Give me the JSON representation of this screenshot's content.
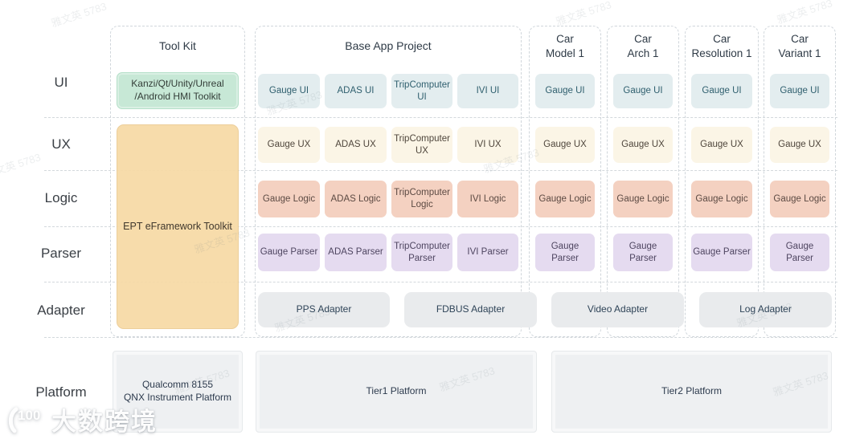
{
  "watermark": {
    "text": "雅文英 5783",
    "brand": "大数跨境",
    "brand_badge": "100"
  },
  "row_labels": [
    "UI",
    "UX",
    "Logic",
    "Parser",
    "Adapter",
    "Platform"
  ],
  "toolkit": {
    "title": "Tool Kit",
    "hmi_box": "Kanzi/Qt/Unity/Unreal\n/Android HMI Toolkit",
    "ept_box": "EPT eFramework Toolkit"
  },
  "base_app": {
    "title": "Base App Project",
    "ui": [
      "Gauge UI",
      "ADAS UI",
      "TripComputer\nUI",
      "IVI UI"
    ],
    "ux": [
      "Gauge UX",
      "ADAS UX",
      "TripComputer\nUX",
      "IVI UX"
    ],
    "logic": [
      "Gauge Logic",
      "ADAS Logic",
      "TripComputer\nLogic",
      "IVI Logic"
    ],
    "parser": [
      "Gauge Parser",
      "ADAS Parser",
      "TripComputer\nParser",
      "IVI Parser"
    ]
  },
  "car_columns": [
    {
      "title": "Car\nModel 1",
      "ui": "Gauge UI",
      "ux": "Gauge UX",
      "logic": "Gauge Logic",
      "parser": "Gauge Parser"
    },
    {
      "title": "Car\nArch 1",
      "ui": "Gauge UI",
      "ux": "Gauge UX",
      "logic": "Gauge Logic",
      "parser": "Gauge Parser"
    },
    {
      "title": "Car\nResolution 1",
      "ui": "Gauge UI",
      "ux": "Gauge UX",
      "logic": "Gauge Logic",
      "parser": "Gauge Parser"
    },
    {
      "title": "Car\nVariant 1",
      "ui": "Gauge UI",
      "ux": "Gauge UX",
      "logic": "Gauge Logic",
      "parser": "Gauge Parser"
    }
  ],
  "adapters": [
    "PPS Adapter",
    "FDBUS Adapter",
    "Video Adapter",
    "Log Adapter"
  ],
  "platforms": [
    "Qualcomm 8155\nQNX Instrument Platform",
    "Tier1 Platform",
    "Tier2 Platform"
  ],
  "colors": {
    "ui_fill": "#e3edef",
    "ui_text": "#2f5f6e",
    "ux_fill": "#fbf5e6",
    "ux_text": "#4f463c",
    "logic_fill": "#f4d1c1",
    "logic_text": "#5c4a43",
    "parser_fill": "#e5dbf0",
    "parser_text": "#4e4560",
    "hmi_fill": "#c7e8d6",
    "ept_fill": "#f6d9a4",
    "adapter_fill": "#e9ebed",
    "adapter_text": "#2f4458",
    "platform_fill": "#eef0f2",
    "platform_text": "#2c3a4d",
    "dash_line": "#d3d8dc"
  }
}
